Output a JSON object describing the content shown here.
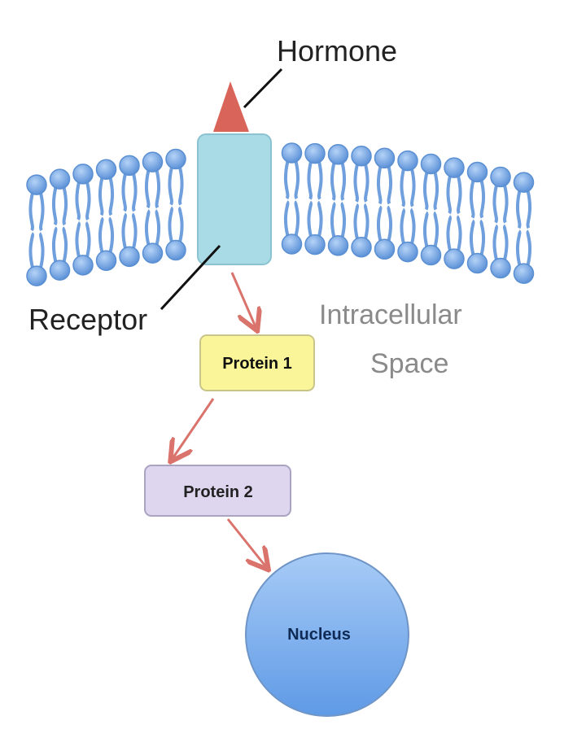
{
  "labels": {
    "hormone": "Hormone",
    "receptor": "Receptor",
    "intracellular_line1": "Intracellular",
    "intracellular_line2": "Space",
    "protein1": "Protein 1",
    "protein2": "Protein 2",
    "nucleus": "Nucleus"
  },
  "colors": {
    "hormone": "#d9655a",
    "receptor": "#a8dbe6",
    "protein1": "#fbf59a",
    "protein2": "#ddd6ee",
    "nucleus": "#7fb3ee",
    "arrow": "#d9736b",
    "lipid": "#6fa3e0"
  }
}
